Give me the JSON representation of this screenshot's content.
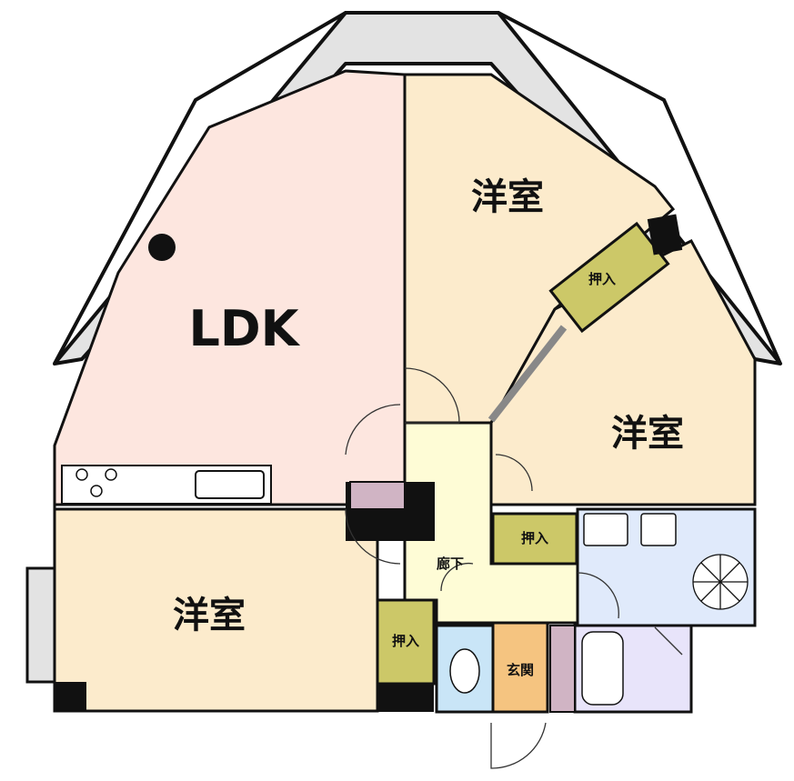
{
  "rooms": {
    "ldk": {
      "label": "LDK"
    },
    "western_top": {
      "label": "洋室"
    },
    "western_right": {
      "label": "洋室"
    },
    "western_left": {
      "label": "洋室"
    },
    "closet_top": {
      "label": "押入"
    },
    "closet_mid": {
      "label": "押入"
    },
    "closet_low": {
      "label": "押入"
    },
    "hallway": {
      "label": "廊下"
    },
    "entrance": {
      "label": "玄関"
    }
  },
  "colors": {
    "ldk_fill": "#fde6df",
    "western_fill": "#fcebcc",
    "hallway_fill": "#fefcd6",
    "closet_fill": "#ccc868",
    "bath_fill": "#e0eafb",
    "toilet_fill": "#c9e5f7",
    "entrance_fill": "#f5c480",
    "roof_fill": "#e3e3e3",
    "storage_fill": "#d0b4c4"
  }
}
